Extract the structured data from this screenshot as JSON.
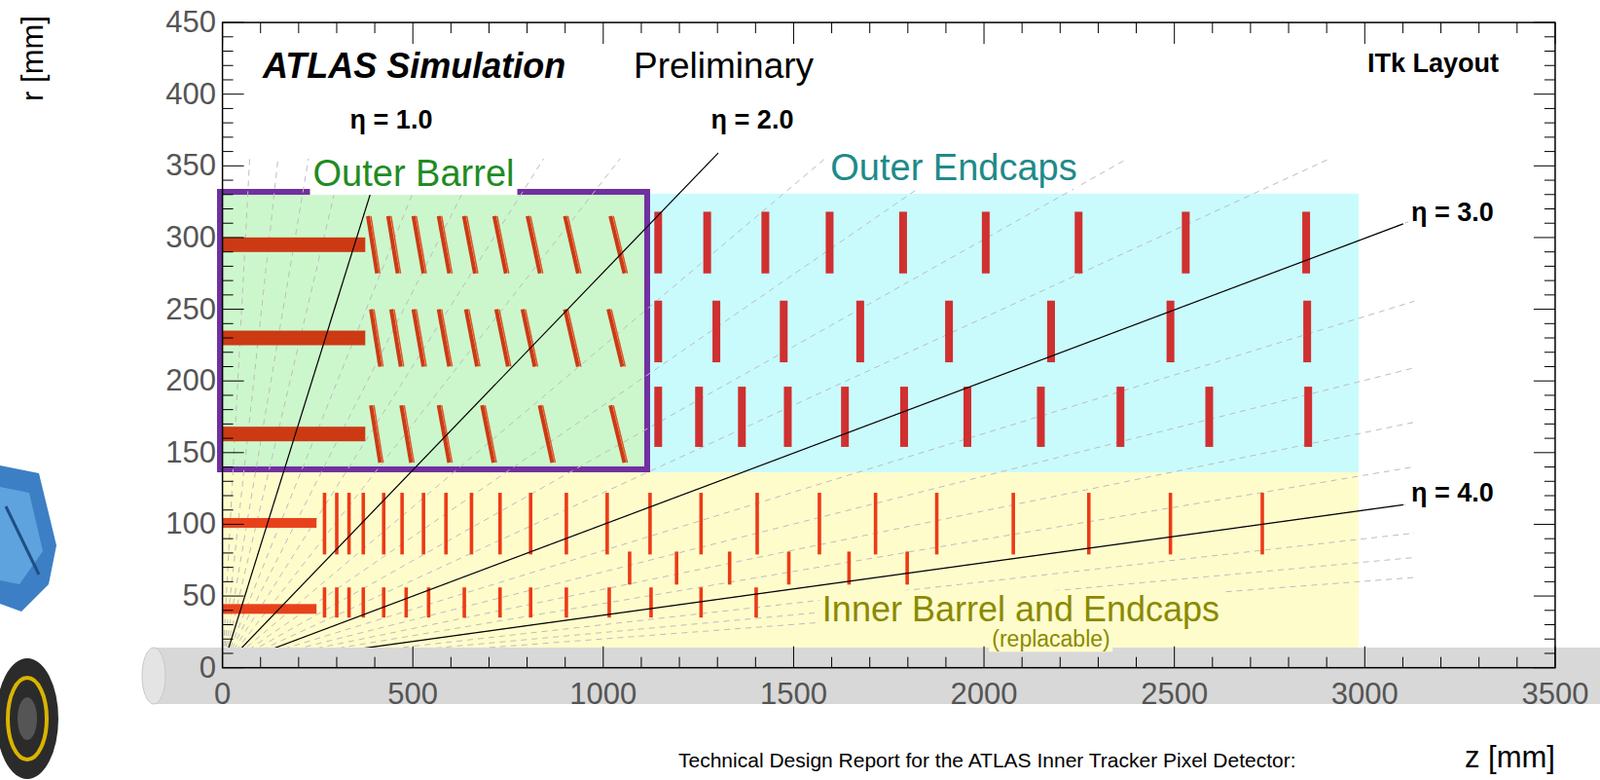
{
  "diagram": {
    "title": "ATLAS Simulation",
    "caption": "Technical Design Report for the ATLAS Inner Tracker Pixel Detector:",
    "nodes": [
      {
        "text": [
          "Outer Barrel"
        ]
      },
      {
        "text": [
          "Outer Endcaps"
        ]
      },
      {
        "text": [
          "Inner Barrel and Endcaps",
          "(replacable)"
        ]
      }
    ],
    "labels": [
      "Preliminary",
      "ITk Layout",
      "η = 1.0",
      "η = 2.0",
      "η = 3.0",
      "η = 4.0",
      "r [mm]",
      "z [mm]",
      "0",
      "50",
      "100",
      "150",
      "200",
      "250",
      "300",
      "350",
      "400",
      "450",
      "0",
      "500",
      "1000",
      "1500",
      "2000",
      "2500",
      "3000",
      "3500"
    ]
  }
}
